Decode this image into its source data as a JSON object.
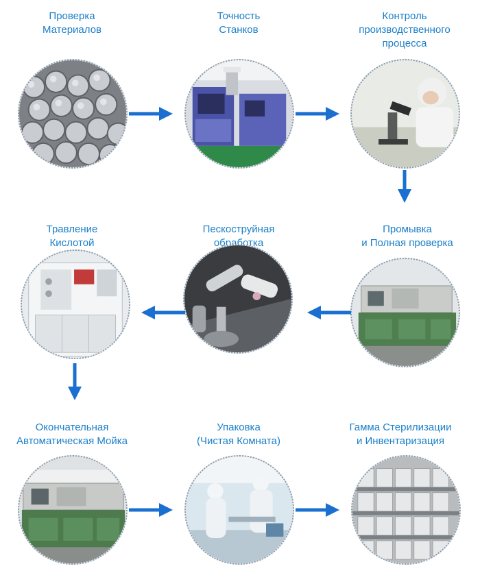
{
  "steps": [
    {
      "label_lines": [
        "Проверка",
        "Материалов"
      ],
      "icon": "steel-bars-photo"
    },
    {
      "label_lines": [
        "Точность",
        "Станков"
      ],
      "icon": "cnc-machines-photo"
    },
    {
      "label_lines": [
        "Контроль",
        "производственного",
        "процесса"
      ],
      "icon": "microscope-inspection-photo"
    },
    {
      "label_lines": [
        "Промывка",
        "и Полная проверка"
      ],
      "icon": "washing-machine-photo"
    },
    {
      "label_lines": [
        "Пескоструйная",
        "обработка"
      ],
      "icon": "sandblasting-photo"
    },
    {
      "label_lines": [
        "Травление",
        "Кислотой"
      ],
      "icon": "acid-etching-machine-photo"
    },
    {
      "label_lines": [
        "Окончательная",
        "Автоматическая Мойка"
      ],
      "icon": "automatic-washer-photo"
    },
    {
      "label_lines": [
        "Упаковка",
        "(Чистая Комната)"
      ],
      "icon": "clean-room-photo"
    },
    {
      "label_lines": [
        "Гамма Стерилизации",
        "и Инвентаризация"
      ],
      "icon": "inventory-shelves-photo"
    }
  ],
  "colors": {
    "label": "#1a7fc8",
    "arrow": "#1a6fd0"
  }
}
